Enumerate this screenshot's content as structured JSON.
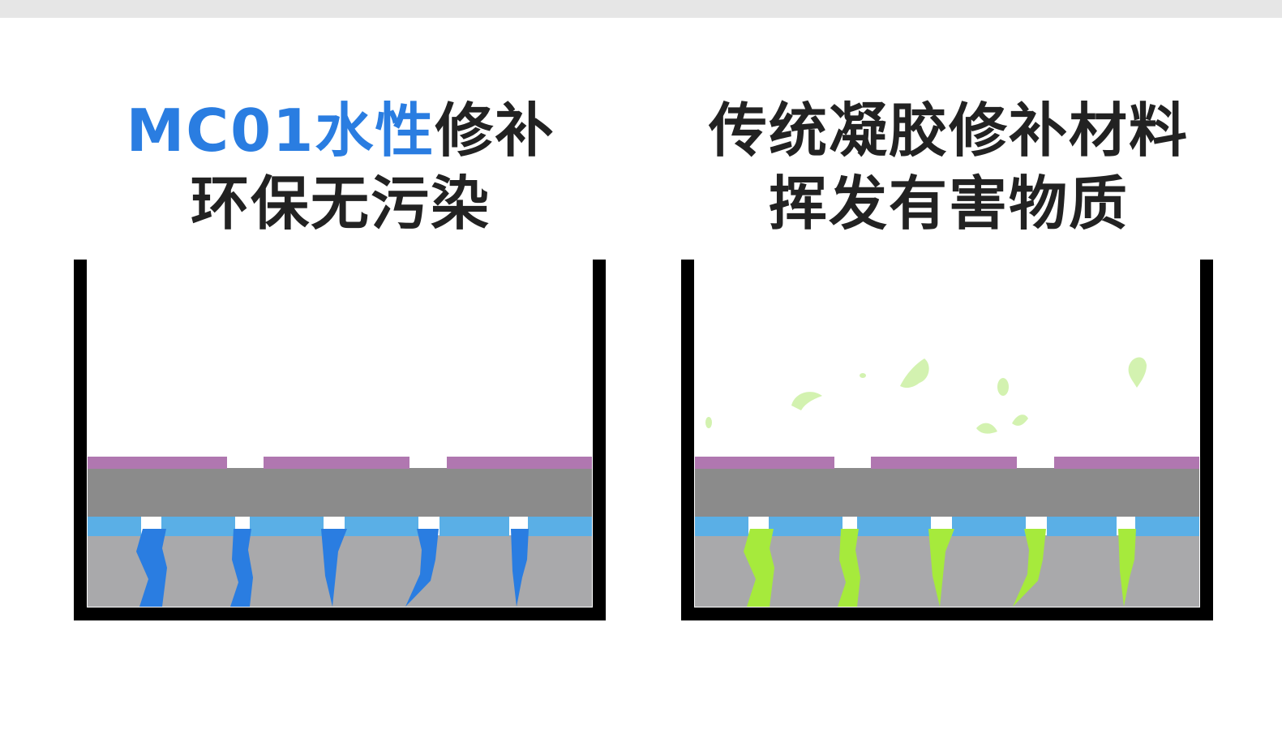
{
  "left_panel": {
    "title_line1_highlight": "MC01水性",
    "title_line1_rest": "修补",
    "title_line2": "环保无污染"
  },
  "right_panel": {
    "title_line1": "传统凝胶修补材料",
    "title_line2": "挥发有害物质"
  },
  "colors": {
    "highlight_text": "#2a7de1",
    "text": "#222222",
    "container": "#000000",
    "top_layer": "#b077b0",
    "middle_layer": "#8b8b8b",
    "blue_layer": "#5aafe6",
    "base_layer": "#a9a9ab",
    "crack_fill_water": "#2a7de1",
    "crack_fill_gel": "#a6ea3c",
    "fumes": "#d3f2b0"
  }
}
